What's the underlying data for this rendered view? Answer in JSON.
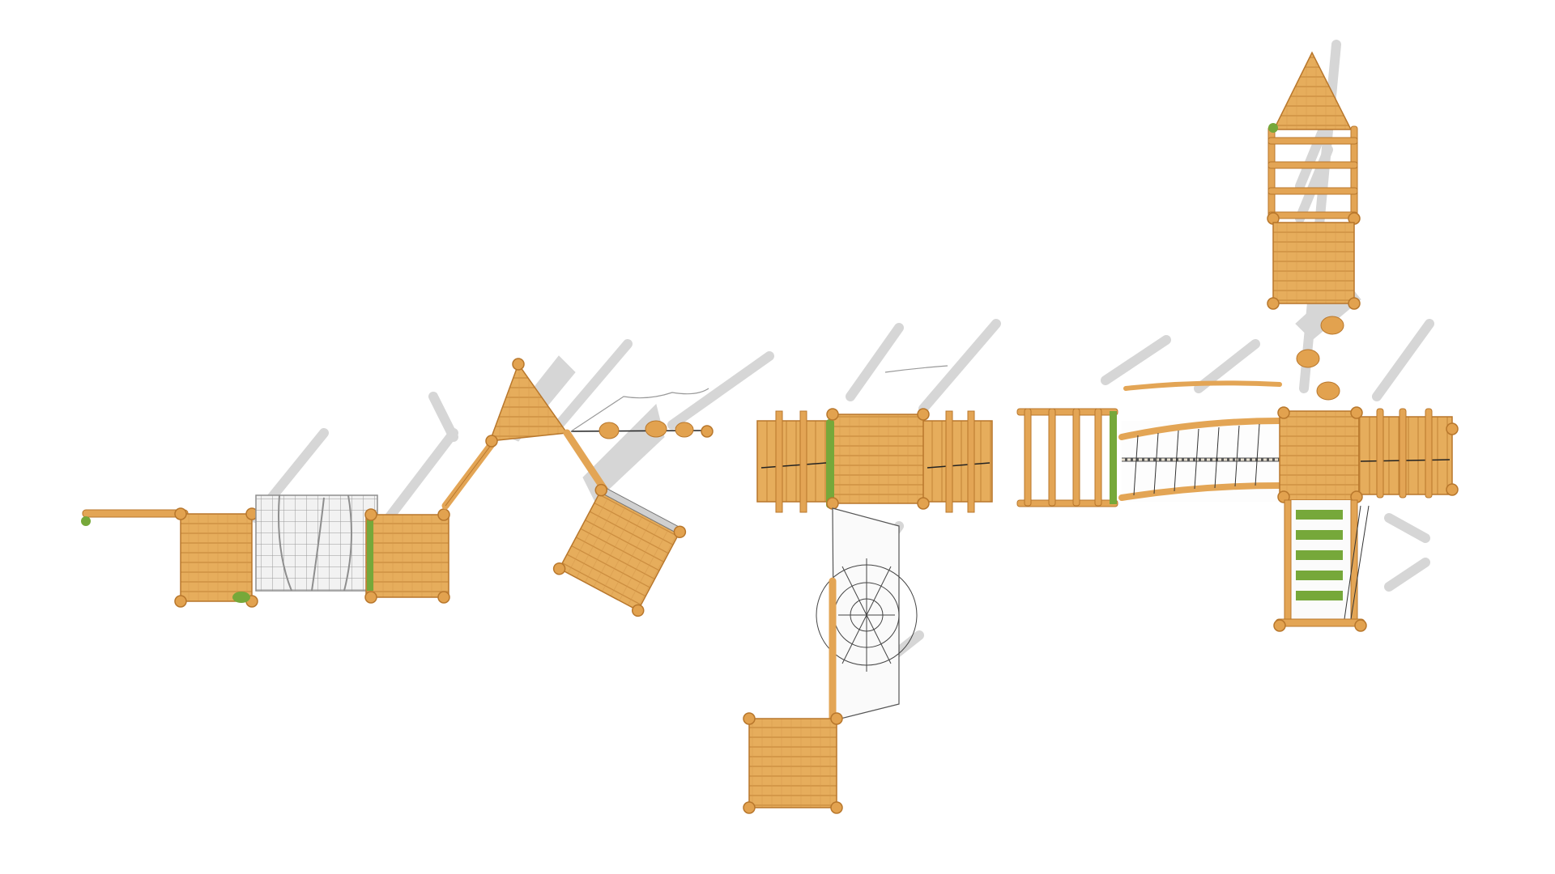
{
  "scene": {
    "background": "#ffffff",
    "colors": {
      "wood_light": "#e9b567",
      "wood_mid": "#d99a45",
      "wood_dark": "#b8772c",
      "wood_line": "#c6843a",
      "green_accent": "#76a83a",
      "net_grey": "#8e8e8e",
      "rope_dark": "#333333",
      "shadow": "#d5d5d5"
    },
    "modules": [
      "platform-tunnel-section",
      "a-frame-and-balance-logs",
      "platform-with-spider-net",
      "tower-bridge-and-ladder"
    ]
  }
}
